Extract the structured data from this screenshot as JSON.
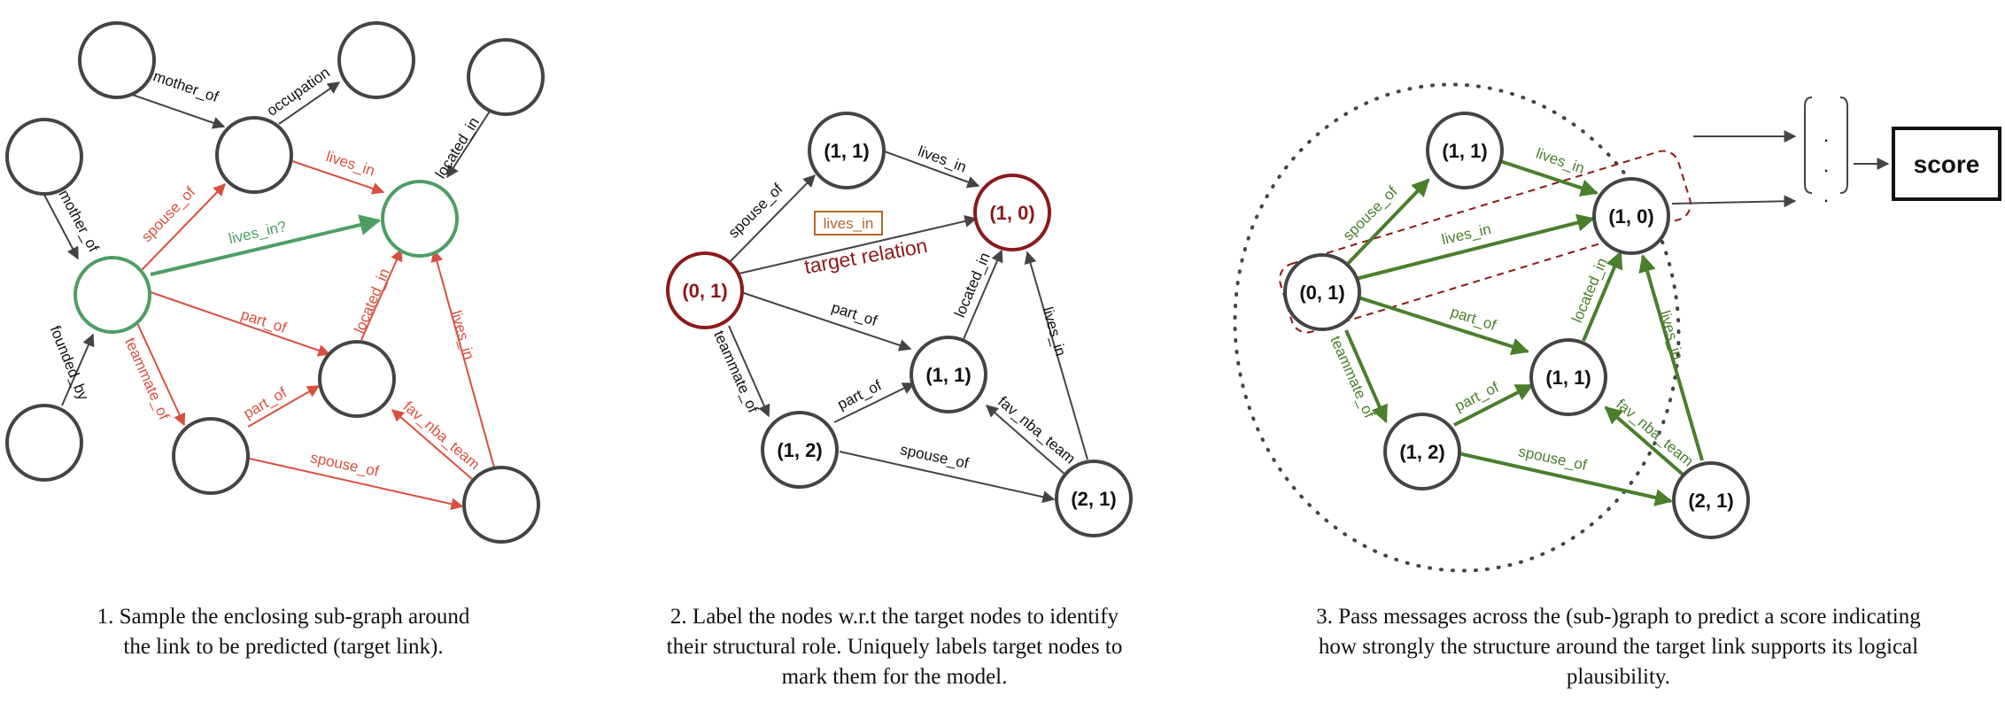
{
  "panel1": {
    "edges": {
      "mother_of_top": "mother_of",
      "occupation": "occupation",
      "located_in_top": "located_in",
      "mother_of_left": "mother_of",
      "spouse_of_a": "spouse_of",
      "lives_in_a": "lives_in",
      "lives_in_target": "lives_in?",
      "part_of_a": "part_of",
      "located_in_b": "located_in",
      "lives_in_b": "lives_in",
      "founded_by": "founded_by",
      "teammate_of": "teammate_of",
      "part_of_b": "part_of",
      "fav_nba_team": "fav_nba_team",
      "spouse_of_b": "spouse_of"
    },
    "caption": [
      "1. Sample the enclosing sub-graph around",
      "the link to be predicted (target link)."
    ]
  },
  "panel2": {
    "nodes": {
      "n11_top": "(1, 1)",
      "n10": "(1, 0)",
      "n01": "(0, 1)",
      "n11_mid": "(1, 1)",
      "n12": "(1, 2)",
      "n21": "(2, 1)"
    },
    "edges": {
      "lives_in_a": "lives_in",
      "spouse_of_a": "spouse_of",
      "lives_in_box": "lives_in",
      "target_relation": "target relation",
      "part_of_a": "part_of",
      "located_in": "located_in",
      "lives_in_b": "lives_in",
      "teammate_of": "teammate_of",
      "part_of_b": "part_of",
      "fav_nba_team": "fav_nba_team",
      "spouse_of_b": "spouse_of"
    },
    "caption": [
      "2. Label the nodes w.r.t the target nodes to identify",
      "their structural role. Uniquely labels target nodes to",
      "mark them for the model."
    ]
  },
  "panel3": {
    "nodes": {
      "n11_top": "(1, 1)",
      "n10": "(1, 0)",
      "n01": "(0, 1)",
      "n11_mid": "(1, 1)",
      "n12": "(1, 2)",
      "n21": "(2, 1)"
    },
    "edges": {
      "spouse_of_a": "spouse_of",
      "lives_in_a": "lives_in",
      "lives_in_b": "lives_in",
      "part_of_a": "part_of",
      "located_in": "located_in",
      "lives_in_c": "lives_in",
      "teammate_of": "teammate_of",
      "part_of_b": "part_of",
      "fav_nba_team": "fav_nba_team",
      "spouse_of_b": "spouse_of"
    },
    "vector_dots": [
      ".",
      ".",
      "."
    ],
    "score": "score",
    "caption": [
      "3. Pass messages across the (sub-)graph to predict a score indicating",
      "how strongly the structure around the target link supports its logical",
      "plausibility."
    ]
  },
  "colors": {
    "dark": "#444444",
    "red": "#d9503f",
    "green": "#4e9e63",
    "maroon": "#8b1a1a",
    "dark_green": "#4a7f2c",
    "box_brown": "#b06a2a"
  }
}
